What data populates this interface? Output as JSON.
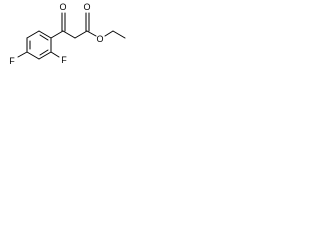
{
  "molecule": {
    "atoms": {
      "fluorine_top": "F",
      "fluorine_bottom": "F",
      "keto_oxygen": "O",
      "ester_carbonyl_oxygen": "O",
      "ester_ether_oxygen": "O"
    }
  },
  "colors": {
    "bond": "#000000",
    "label": "#000000",
    "background": "#ffffff"
  }
}
